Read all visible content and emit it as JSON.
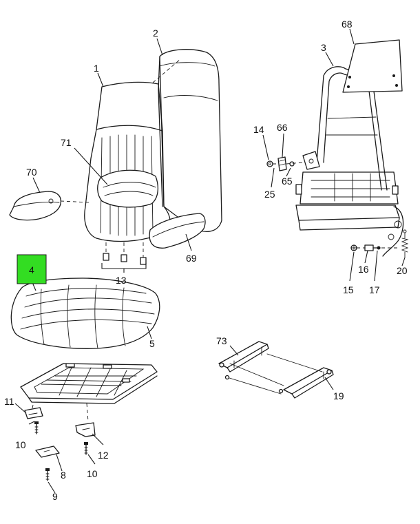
{
  "highlight_color": "#33dd22",
  "highlighted_part": "4",
  "callouts": {
    "c1": "1",
    "c2": "2",
    "c3": "3",
    "c4": "4",
    "c5": "5",
    "c8": "8",
    "c9": "9",
    "c10a": "10",
    "c10b": "10",
    "c11": "11",
    "c12": "12",
    "c13": "13",
    "c14": "14",
    "c15": "15",
    "c16": "16",
    "c17": "17",
    "c19": "19",
    "c20": "20",
    "c25": "25",
    "c65": "65",
    "c66": "66",
    "c68": "68",
    "c69": "69",
    "c70": "70",
    "c71": "71",
    "c73": "73"
  }
}
